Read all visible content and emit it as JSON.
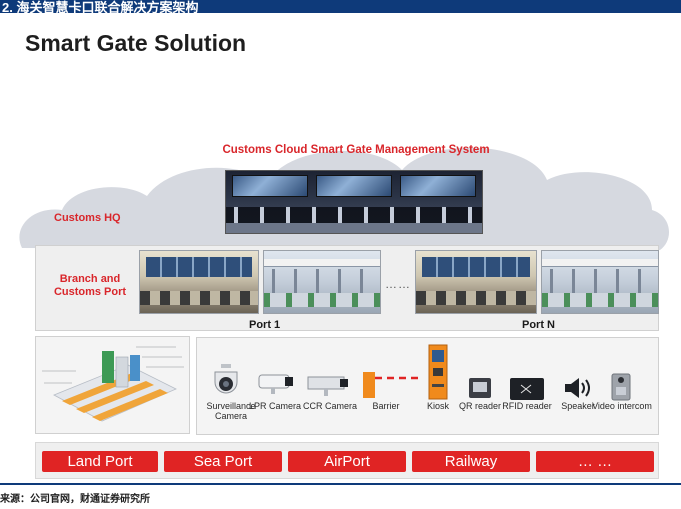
{
  "header": {
    "caption": "2. 海关智慧卡口联合解决方案架构"
  },
  "slide": {
    "title": "Smart Gate Solution"
  },
  "cloud": {
    "management_system": "Customs Cloud Smart Gate Management System",
    "hq_label": "Customs HQ"
  },
  "branch": {
    "label": "Branch and Customs Port",
    "ellipsis": "……",
    "ports": [
      "Port 1",
      "Port N"
    ]
  },
  "devices": [
    {
      "label": "Surveillance Camera",
      "icon": "dome-camera-icon"
    },
    {
      "label": "LPR Camera",
      "icon": "bullet-camera-icon"
    },
    {
      "label": "CCR Camera",
      "icon": "box-camera-icon"
    },
    {
      "label": "Barrier",
      "icon": "barrier-gate-icon"
    },
    {
      "label": "Kiosk",
      "icon": "kiosk-icon"
    },
    {
      "label": "QR reader",
      "icon": "qr-reader-icon"
    },
    {
      "label": "RFID reader",
      "icon": "rfid-reader-icon"
    },
    {
      "label": "Speaker",
      "icon": "speaker-icon"
    },
    {
      "label": "Video intercom",
      "icon": "video-intercom-icon"
    }
  ],
  "port_types": [
    "Land Port",
    "Sea Port",
    "AirPort",
    "Railway",
    "… …"
  ],
  "colors": {
    "accent_red": "#e02424",
    "label_red": "#d9262b",
    "header_blue": "#0e3a7a",
    "cloud": "#d6d9e0"
  },
  "source": {
    "note": "来源：公司官网，财通证券研究所"
  }
}
